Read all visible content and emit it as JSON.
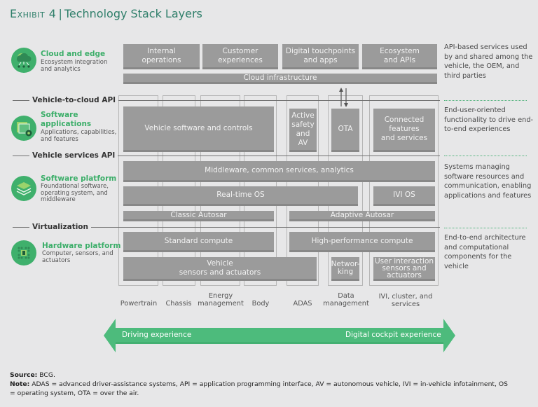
{
  "title": {
    "exhibit": "Exhibit 4",
    "text": "Technology Stack Layers"
  },
  "layers": [
    {
      "title": "Cloud and edge",
      "subtitle": "Ecosystem integration\nand analytics",
      "icon": "cloud-network-icon"
    },
    {
      "title": "Software\napplications",
      "subtitle": "Applications, capabilities,\nand features",
      "icon": "app-windows-gear-icon"
    },
    {
      "title": "Software platform",
      "subtitle": "Foundational software,\noperating system, and\nmiddleware",
      "icon": "stacked-layers-icon"
    },
    {
      "title": "Hardware platform",
      "subtitle": "Computer, sensors, and\nactuators",
      "icon": "chip-icon"
    }
  ],
  "apis": [
    "Vehicle-to-cloud API",
    "Vehicle services API",
    "Virtualization"
  ],
  "blocks": {
    "cloud": [
      "Internal\noperations",
      "Customer\nexperiences",
      "Digital touchpoints\nand apps",
      "Ecosystem\nand APIs"
    ],
    "cloud_infra": "Cloud infrastructure",
    "apps": [
      "Vehicle software and controls",
      "Active\nsafety\nand\nAV",
      "OTA",
      "Connected\nfeatures\nand services"
    ],
    "platform": [
      "Middleware, common services, analytics",
      "Real-time OS",
      "IVI OS",
      "Classic Autosar",
      "Adaptive Autosar"
    ],
    "hardware": [
      "Standard compute",
      "High-performance compute",
      "Vehicle\nsensors and actuators",
      "Networ-\nking",
      "User interaction\nsensors and\nactuators"
    ]
  },
  "columns": [
    "Powertrain",
    "Chassis",
    "Energy\nmanagement",
    "Body",
    "ADAS",
    "Data\nmanagement",
    "IVI, cluster, and\nservices"
  ],
  "descriptions": [
    "API-based services used by and shared among the vehicle, the OEM, and third parties",
    "End-user-oriented functionality to drive end-to-end experiences",
    "Systems managing software resources and communication, enabling applications and features",
    "End-to-end architecture and computational components for the vehicle"
  ],
  "arrow": {
    "left": "Driving experience",
    "right": "Digital cockpit experience",
    "color": "#4dbb7c"
  },
  "footer": {
    "source_label": "Source:",
    "source": "BCG.",
    "note_label": "Note:",
    "note": "ADAS = advanced driver-assistance systems, API = application programming interface, AV = autonomous vehicle, IVI = in-vehicle infotainment, OS = operating system, OTA = over the air."
  },
  "colors": {
    "accent": "#3cae69",
    "title": "#2f7f6a",
    "block": "#9b9b9b",
    "background": "#e7e7e8"
  }
}
